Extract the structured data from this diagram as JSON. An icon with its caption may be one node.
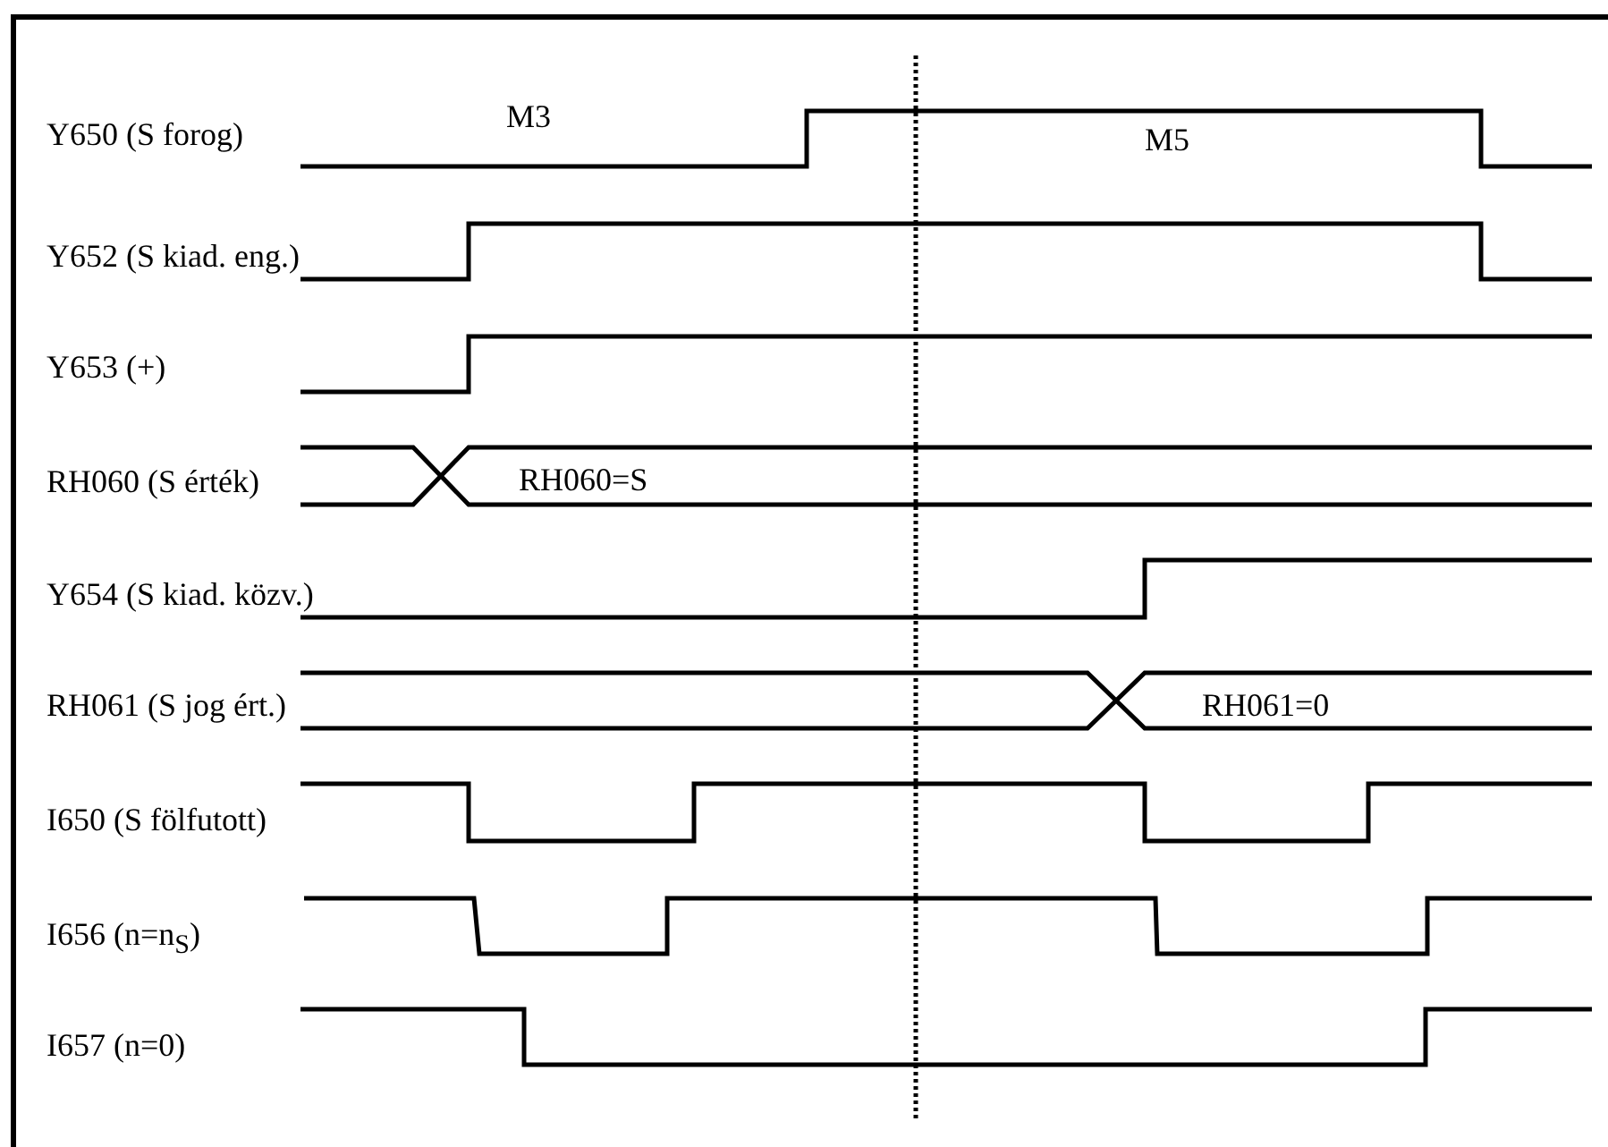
{
  "diagram": {
    "labels": [
      "Y650 (S forog)",
      "M3",
      "M5",
      "Y652 (S kiad. eng.)",
      "Y653 (+)",
      "RH060 (S érték)",
      "RH060=S",
      "Y654 (S kiad. közv.)",
      "RH061 (S jog ért.)",
      "RH061=0",
      "I650 (S fölfutott)",
      "I656 (n=n$_{S}$)",
      "I657 (n=0)"
    ]
  }
}
